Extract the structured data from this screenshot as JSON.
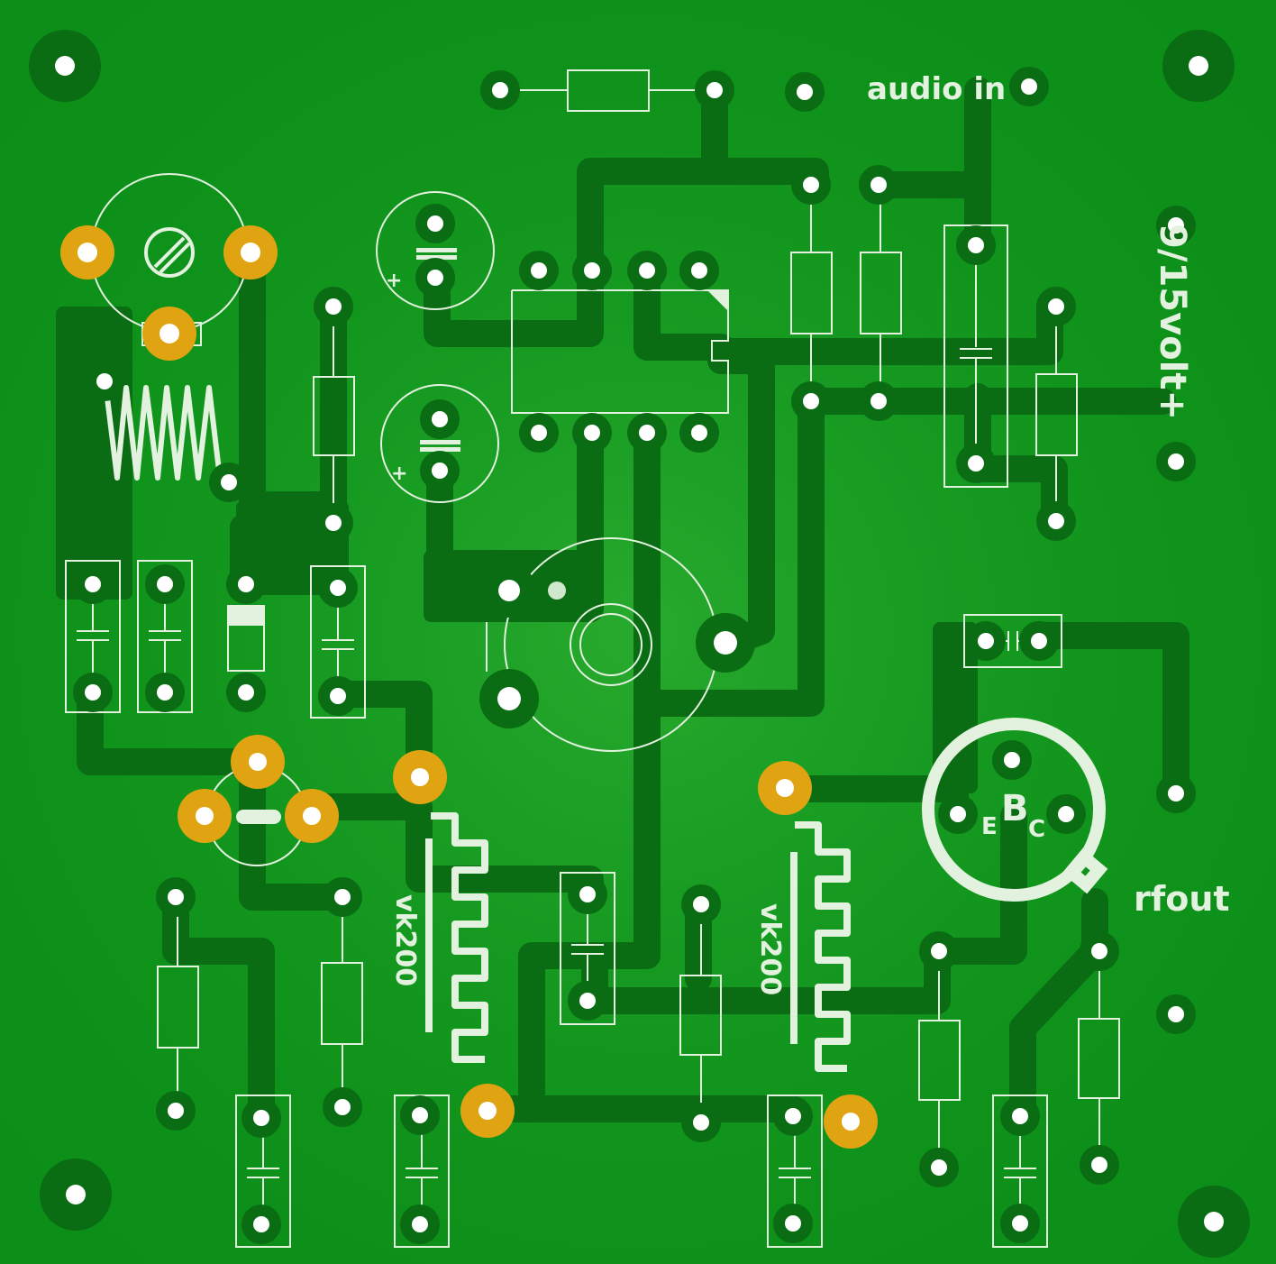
{
  "labels": {
    "audio_in": "audio in",
    "supply": "9/15volt+",
    "rf_out": "rfout",
    "coil_left": "vk200",
    "coil_right": "vk200",
    "transistor_e": "E",
    "transistor_b": "B",
    "transistor_c": "C",
    "cap_plus_1": "+",
    "cap_plus_2": "+"
  },
  "colors": {
    "board": "#0b8f18",
    "copper": "#0a6c13",
    "silkscreen": "#e2f2df",
    "gold_pad": "#e0a413",
    "hole": "#ffffff"
  }
}
